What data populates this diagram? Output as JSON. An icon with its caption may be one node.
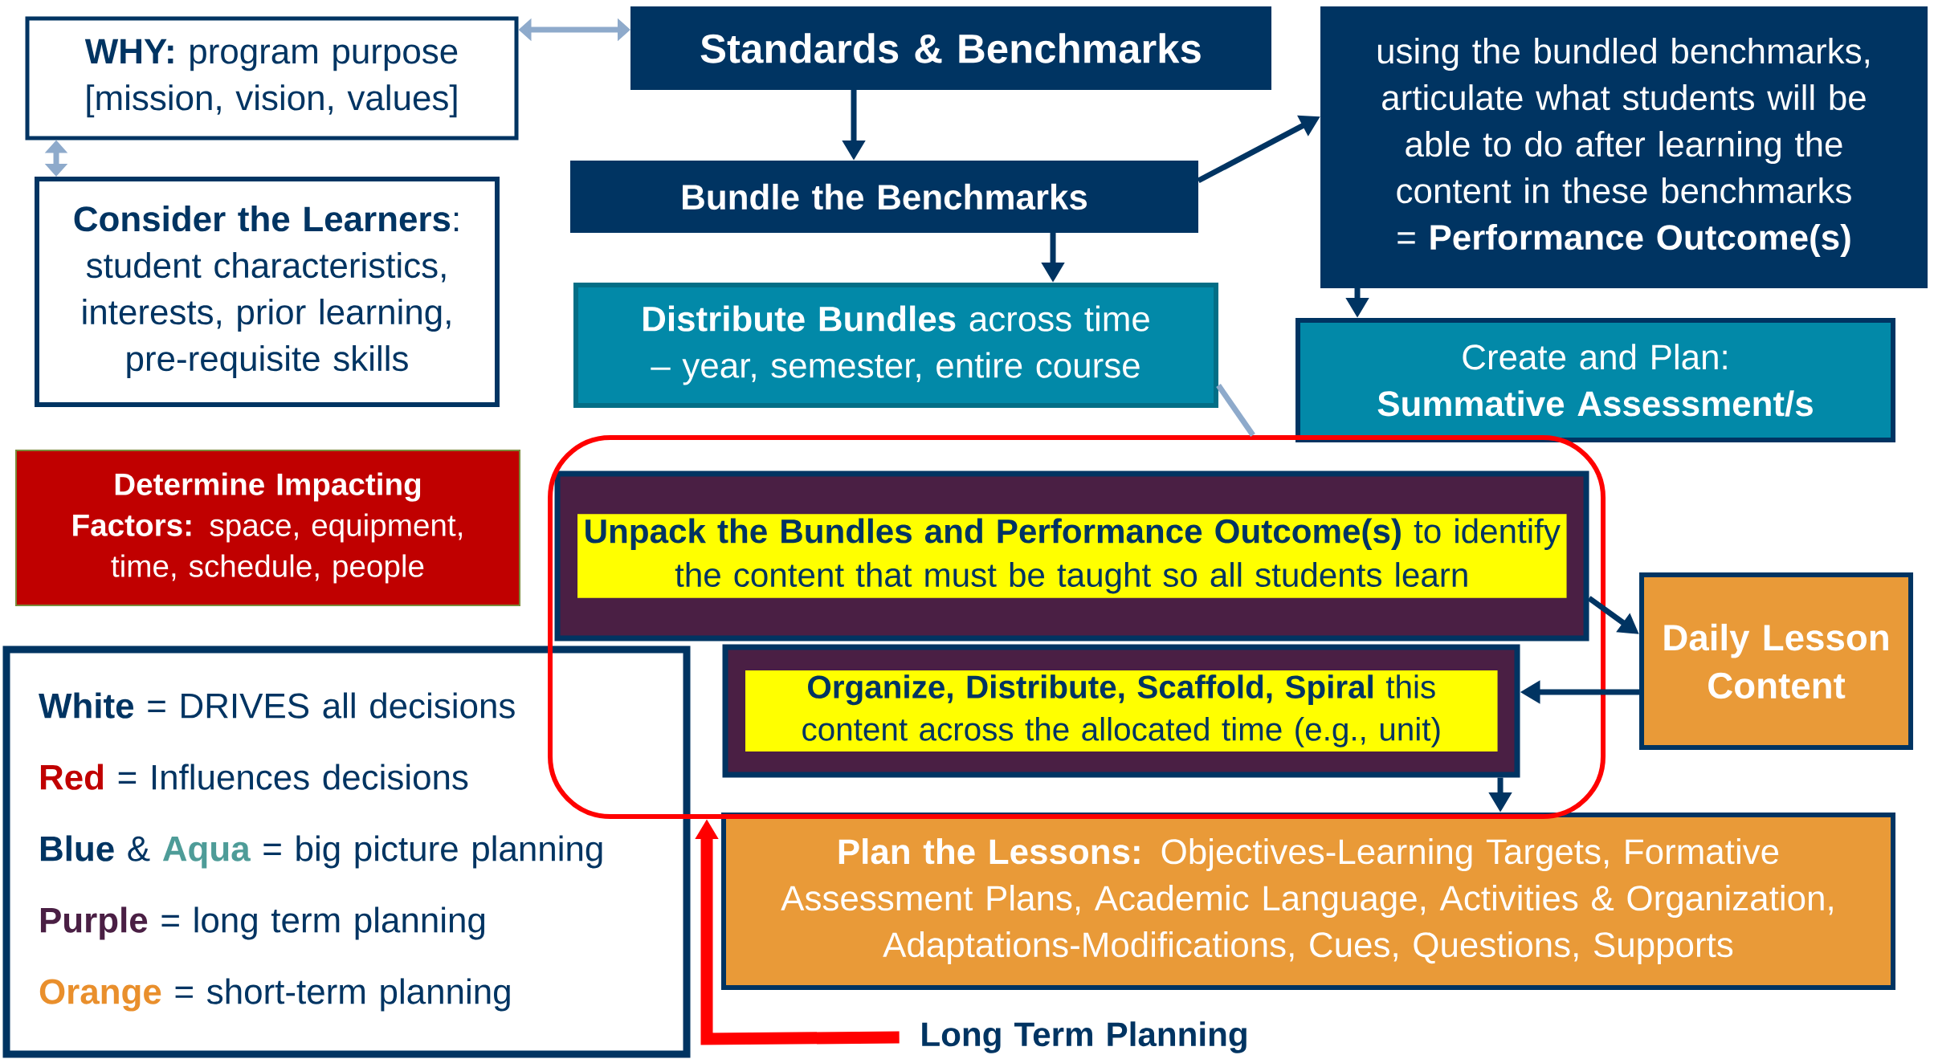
{
  "diagram": {
    "nodes": [
      {
        "text": [
          "**WHY:** program purpose [mission, vision, values]"
        ]
      },
      {
        "text": [
          "Standards & Benchmarks"
        ]
      },
      {
        "text": [
          "**Consider the Learners**: student characteristics, interests, prior learning, pre-requisite skills"
        ]
      },
      {
        "text": [
          "Bundle the Benchmarks"
        ]
      },
      {
        "text": [
          "using the bundled benchmarks, articulate what students will be able to do after learning the content in these benchmarks = **Performance Outcome(s)**"
        ]
      },
      {
        "text": [
          "**Distribute Bundles** across time – year, semester, entire course"
        ]
      },
      {
        "text": [
          "Create and Plan:",
          "Summative Assessment/s"
        ]
      },
      {
        "text": [
          "**Determine Impacting Factors:** space, equipment, time, schedule, people"
        ]
      },
      {
        "text": [],
        "shape": "box"
      },
      {
        "text": [
          "**Unpack the Bundles and Performance Outcome(s)** to identify the content that must be taught so all students learn"
        ],
        "in": 8
      },
      {
        "text": [
          "**Organize, Distribute, Scaffold, Spiral** this content across the allocated time (e.g., unit)"
        ],
        "in": 8
      },
      {
        "text": [
          "Daily Lesson Content"
        ]
      },
      {
        "text": [
          "**Plan the Lessons:** Objectives-Learning Targets, Formative Assessment Plans, Academic Language, Activities & Organization, Adaptations-Modifications, Cues, Questions, Supports"
        ]
      },
      {
        "text": [
          "Long Term Planning"
        ]
      },
      {
        "text": [
          "White",
          "= DRIVES all decisions",
          "Red",
          "= Influences decisions",
          "Blue",
          "&",
          "Aqua",
          "= big picture planning",
          "Purple",
          "= long term planning",
          "Orange",
          "= short-term planning"
        ]
      }
    ],
    "edges": [
      {
        "from": 0,
        "to": 1,
        "arrow": "both",
        "color": "#8eaacb"
      },
      {
        "from": 0,
        "to": 2,
        "arrow": "both",
        "color": "#8eaacb"
      },
      {
        "from": 1,
        "to": 3,
        "arrow": "to"
      },
      {
        "from": 3,
        "to": 4,
        "arrow": "to"
      },
      {
        "from": 3,
        "to": 5,
        "arrow": "to"
      },
      {
        "from": 4,
        "to": 6,
        "arrow": "to"
      },
      {
        "from": 5,
        "to": 8,
        "arrow": "none",
        "color": "#8eaacb"
      },
      {
        "from": 9,
        "to": 11,
        "arrow": "to"
      },
      {
        "from": 11,
        "to": 10,
        "arrow": "to"
      },
      {
        "from": 10,
        "to": 12,
        "arrow": "to"
      },
      {
        "from": 13,
        "to": 8,
        "arrow": "to",
        "style": "thick",
        "color": "#ff0000"
      }
    ]
  }
}
